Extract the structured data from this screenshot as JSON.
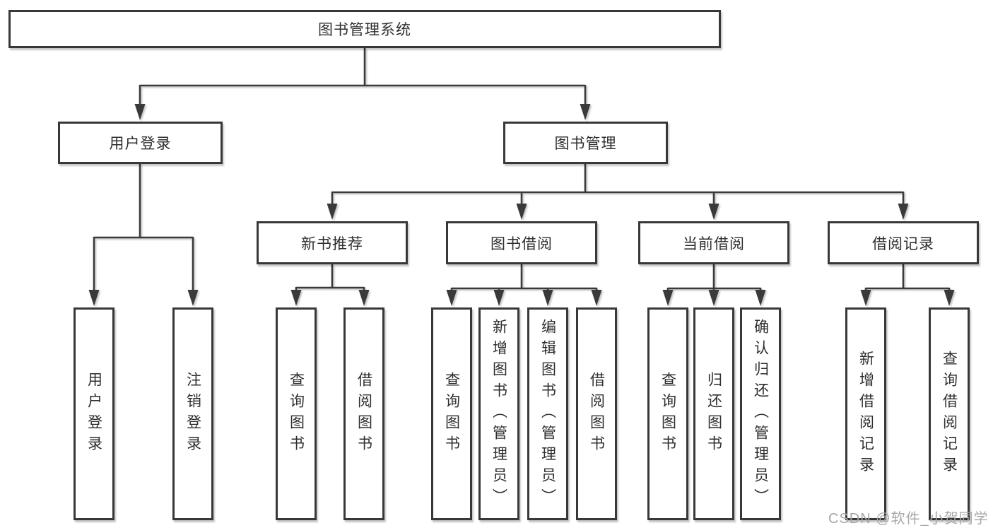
{
  "colors": {
    "line": "#3a3a3a",
    "box_border": "#383838",
    "text": "#2e2e2e",
    "background": "#ffffff",
    "watermark": "#a8a8a8"
  },
  "tree": {
    "root": {
      "label": "图书管理系统"
    },
    "children": [
      {
        "label": "用户登录",
        "children": [
          {
            "label": "用户登录"
          },
          {
            "label": "注销登录"
          }
        ]
      },
      {
        "label": "图书管理",
        "children": [
          {
            "label": "新书推荐",
            "children": [
              {
                "label": "查询图书"
              },
              {
                "label": "借阅图书"
              }
            ]
          },
          {
            "label": "图书借阅",
            "children": [
              {
                "label": "查询图书"
              },
              {
                "label": "新增图书（管理员）"
              },
              {
                "label": "编辑图书（管理员）"
              },
              {
                "label": "借阅图书"
              }
            ]
          },
          {
            "label": "当前借阅",
            "children": [
              {
                "label": "查询图书"
              },
              {
                "label": "归还图书"
              },
              {
                "label": "确认归还（管理员）"
              }
            ]
          },
          {
            "label": "借阅记录",
            "children": [
              {
                "label": "新增借阅记录"
              },
              {
                "label": "查询借阅记录"
              }
            ]
          }
        ]
      }
    ]
  },
  "watermark": {
    "text": "CSDN @软件_小贺同学"
  }
}
